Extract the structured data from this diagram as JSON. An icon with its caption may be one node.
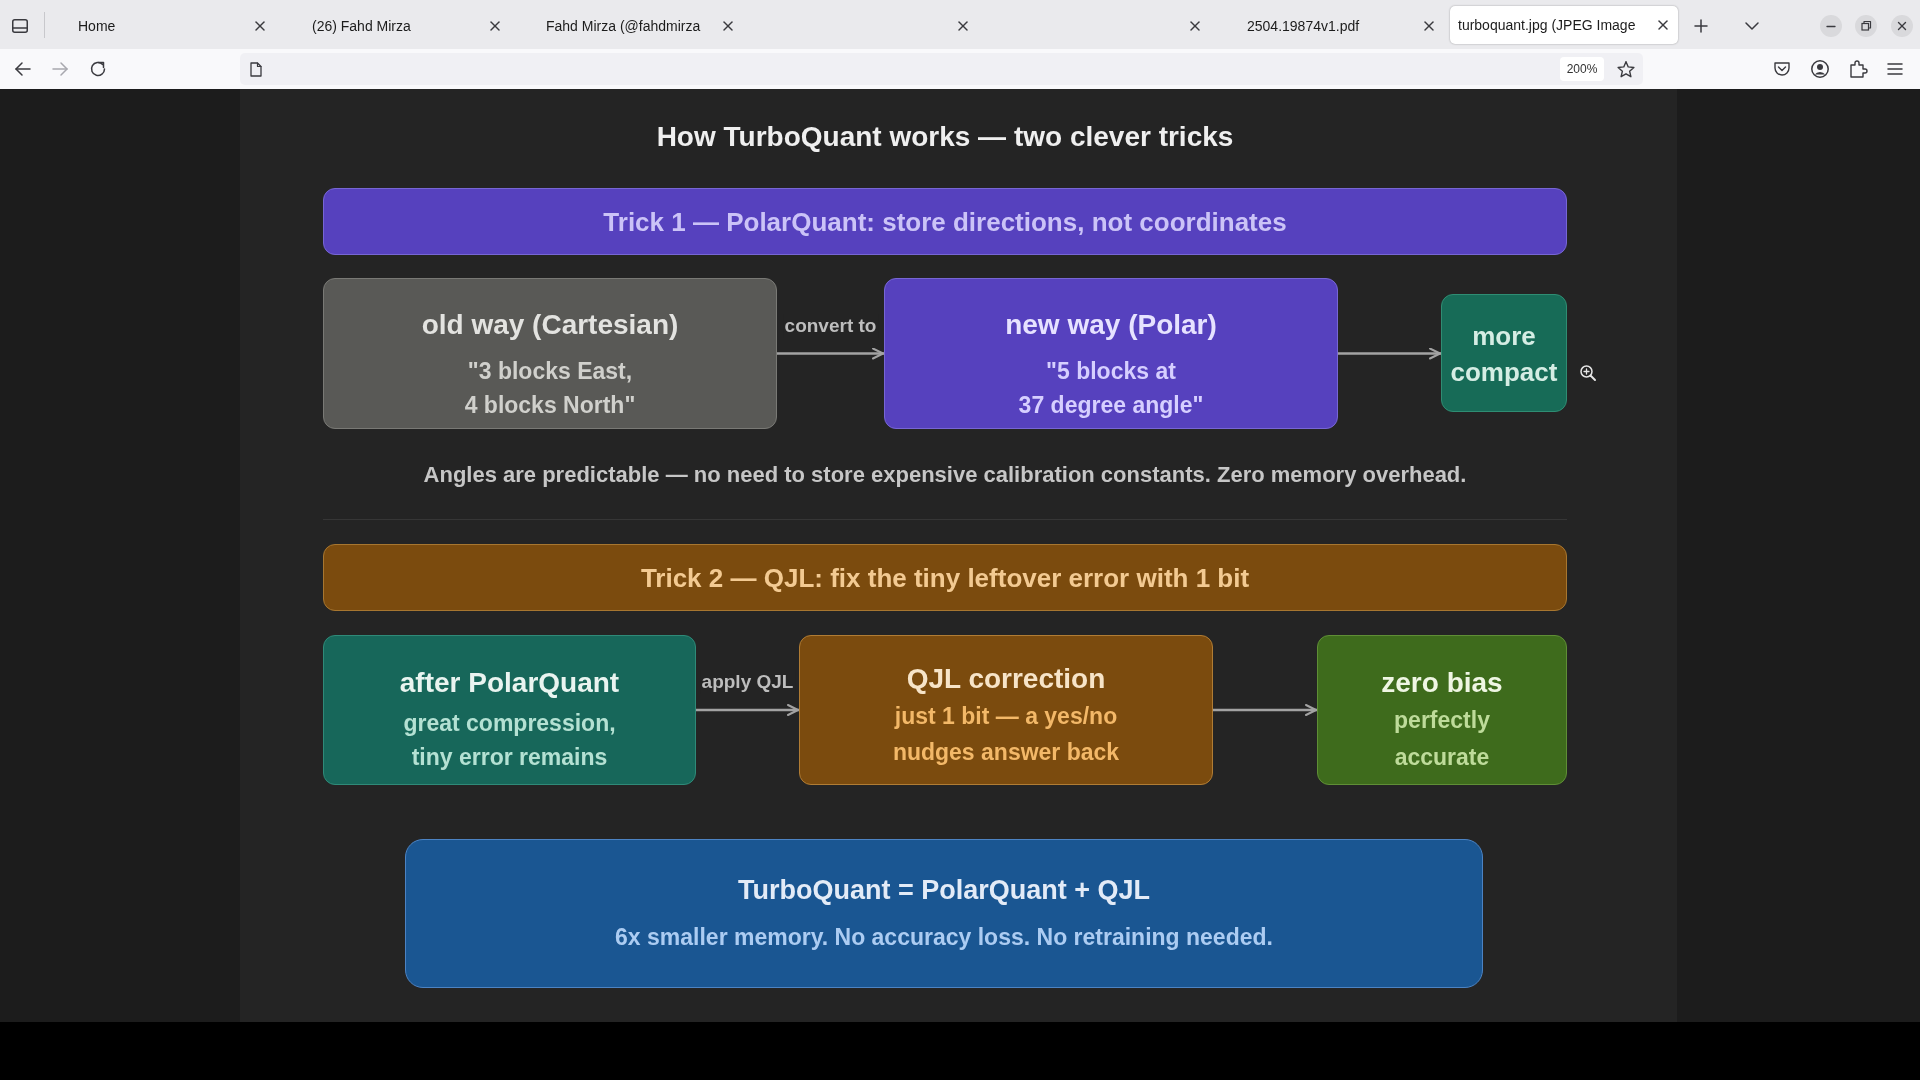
{
  "diagram": {
    "title": "How TurboQuant works — two clever tricks",
    "nodes": [
      {
        "text": [
          "Trick 1 — PolarQuant: store directions, not coordinates"
        ]
      },
      {
        "text": [
          "old way (Cartesian)",
          "\"3 blocks East, 4 blocks North\""
        ]
      },
      {
        "text": [
          "new way (Polar)",
          "\"5 blocks at 37 degree angle\""
        ]
      },
      {
        "text": [
          "more compact"
        ]
      },
      {
        "text": [
          "Trick 2 — QJL: fix the tiny leftover error with 1 bit"
        ]
      },
      {
        "text": [
          "after PolarQuant",
          "great compression, tiny error remains"
        ]
      },
      {
        "text": [
          "QJL correction",
          "just 1 bit — a yes/no nudges answer back"
        ]
      },
      {
        "text": [
          "zero bias",
          "perfectly accurate"
        ]
      },
      {
        "text": [
          "TurboQuant = PolarQuant + QJL",
          "6x smaller memory. No accuracy loss. No retraining needed."
        ]
      }
    ],
    "edges": [
      {
        "from": 1,
        "to": 2,
        "arrow": "to",
        "label": "convert to"
      },
      {
        "from": 2,
        "to": 3,
        "arrow": "to"
      },
      {
        "from": 5,
        "to": 6,
        "arrow": "to",
        "label": "apply QJL"
      },
      {
        "from": 6,
        "to": 7,
        "arrow": "to"
      }
    ],
    "labels": [
      "Home",
      "(26) Fahd Mirza",
      "Fahd Mirza (@fahdmirza",
      "2504.19874v1.pdf",
      "turboquant.jpg (JPEG Image",
      "200%",
      "Angles are predictable — no need to store expensive calibration constants. Zero memory overhead."
    ]
  }
}
